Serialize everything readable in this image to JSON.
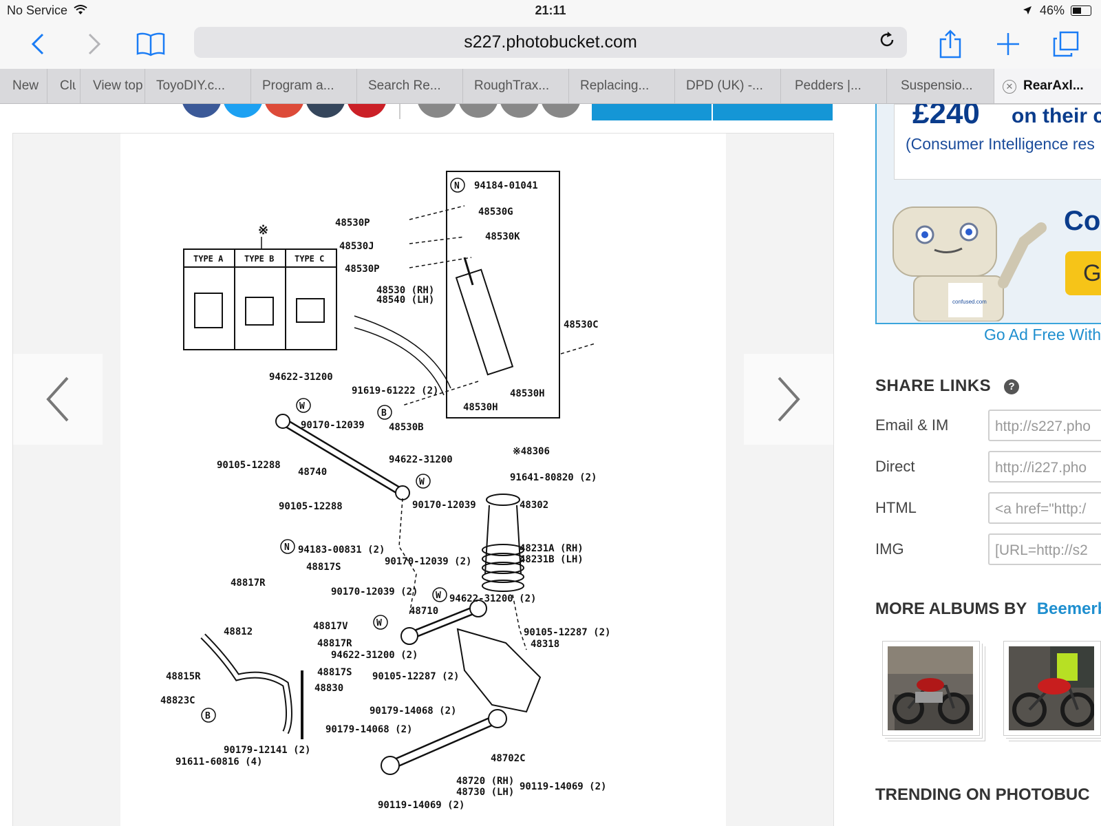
{
  "status_bar": {
    "carrier": "No Service",
    "time": "21:11",
    "battery": "46%"
  },
  "browser": {
    "url": "s227.photobucket.com"
  },
  "tabs": [
    {
      "label": "New"
    },
    {
      "label": "Clu"
    },
    {
      "label": "View top"
    },
    {
      "label": "ToyoDIY.c..."
    },
    {
      "label": "Program a..."
    },
    {
      "label": "Search Re..."
    },
    {
      "label": "RoughTrax..."
    },
    {
      "label": "Replacing..."
    },
    {
      "label": "DPD (UK) -..."
    },
    {
      "label": "Pedders |..."
    },
    {
      "label": "Suspensio..."
    },
    {
      "label": "RearAxl...",
      "active": true
    }
  ],
  "ad": {
    "price": "£240",
    "price_tail": "on their ca",
    "subtitle": "(Consumer Intelligence res",
    "brand_partial": "Co",
    "button_partial": "G",
    "robot_badge": "confused.com"
  },
  "go_ad_free": "Go Ad Free With",
  "share_links": {
    "title": "SHARE LINKS",
    "help": "?",
    "rows": [
      {
        "label": "Email & IM",
        "value": "http://s227.pho"
      },
      {
        "label": "Direct",
        "value": "http://i227.pho"
      },
      {
        "label": "HTML",
        "value": "<a href=\"http:/"
      },
      {
        "label": "IMG",
        "value": "[URL=http://s2"
      }
    ]
  },
  "more_albums": {
    "title": "MORE ALBUMS BY",
    "user": "Beemerb"
  },
  "trending": "TRENDING ON PHOTOBUC",
  "diagram": {
    "type_table": {
      "mark": "※",
      "headers": [
        "TYPE A",
        "TYPE B",
        "TYPE C"
      ]
    },
    "parts": {
      "p1": "94184-01041",
      "p2": "48530P",
      "p3": "48530G",
      "p4": "48530J",
      "p5": "48530K",
      "p6": "48530P",
      "p7": "48530 (RH)",
      "p8": "48540 (LH)",
      "p9": "48530C",
      "p10": "94622-31200",
      "p11": "91619-61222 (2)",
      "p12": "48530H",
      "p13": "48530H",
      "p14": "90170-12039",
      "p15": "48530B",
      "p16": "90105-12288",
      "p17": "94622-31200",
      "p18": "48740",
      "p19": "※48306",
      "p20": "91641-80820 (2)",
      "p21": "90105-12288",
      "p22": "90170-12039",
      "p23": "48302",
      "p24": "94183-00831 (2)",
      "p25": "48817S",
      "p26": "90170-12039 (2)",
      "p27": "48231A (RH)",
      "p28": "48231B (LH)",
      "p29": "48817R",
      "p30": "90170-12039 (2)",
      "p31": "94622-31200 (2)",
      "p32": "48710",
      "p33": "48812",
      "p34": "48817V",
      "p35": "48817R",
      "p36": "90105-12287 (2)",
      "p37": "48318",
      "p38": "94622-31200 (2)",
      "p39": "48815R",
      "p40": "48817S",
      "p41": "90105-12287 (2)",
      "p42": "48830",
      "p43": "48823C",
      "p44": "90179-14068 (2)",
      "p45": "90179-14068 (2)",
      "p46": "90179-12141 (2)",
      "p47": "91611-60816 (4)",
      "p48": "48702C",
      "p49": "48720 (RH)",
      "p50": "48730 (LH)",
      "p51": "90119-14069 (2)",
      "p52": "90119-14069 (2)"
    },
    "circles": {
      "n": "N",
      "w": "W",
      "b": "B"
    }
  },
  "colors": {
    "ios_blue": "#1a7cf5",
    "pb_blue": "#1f8fcf",
    "ad_navy": "#0a3c8c",
    "ad_yellow": "#f6c418"
  }
}
